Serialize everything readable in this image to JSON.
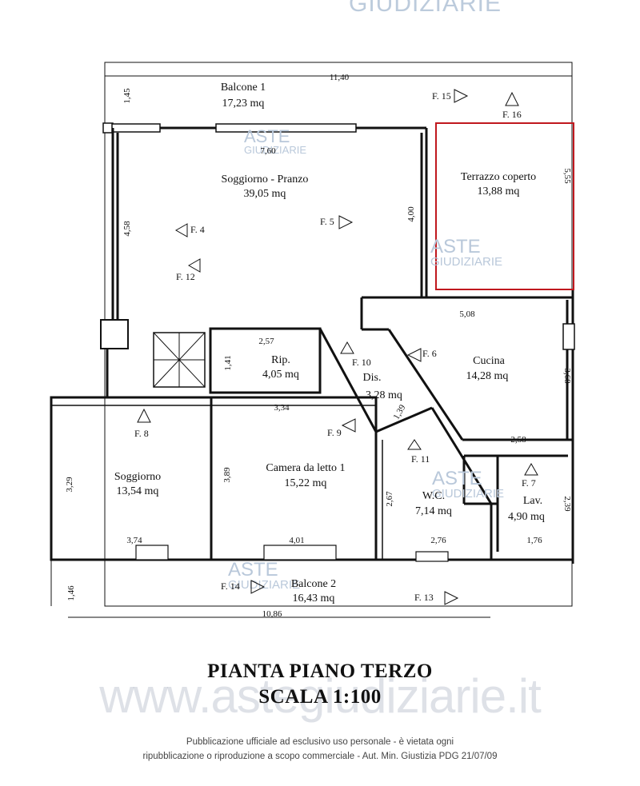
{
  "header_watermark": "GIUDIZIARIE",
  "watermark": {
    "aste": "ASTE",
    "giudiziarie": "GIUDIZIARIE",
    "site": "www.astegiudiziarie.it"
  },
  "rooms": {
    "balcone1": {
      "name": "Balcone 1",
      "area": "17,23 mq"
    },
    "soggiorno_pranzo": {
      "name": "Soggiorno - Pranzo",
      "area": "39,05 mq"
    },
    "terrazzo": {
      "name": "Terrazzo coperto",
      "area": "13,88 mq"
    },
    "rip": {
      "name": "Rip.",
      "area": "4,05 mq"
    },
    "dis": {
      "name": "Dis.",
      "area": "3,28 mq"
    },
    "cucina": {
      "name": "Cucina",
      "area": "14,28 mq"
    },
    "soggiorno": {
      "name": "Soggiorno",
      "area": "13,54 mq"
    },
    "camera": {
      "name": "Camera da letto 1",
      "area": "15,22 mq"
    },
    "wc": {
      "name": "W.C.",
      "area": "7,14 mq"
    },
    "lav": {
      "name": "Lav.",
      "area": "4,90 mq"
    },
    "balcone2": {
      "name": "Balcone 2",
      "area": "16,43 mq"
    }
  },
  "dimensions": {
    "top_width": "11,40",
    "balcone1_depth": "1,45",
    "soggiorno_pranzo_width": "7,60",
    "soggiorno_pranzo_depth": "4,58",
    "inner_wall": "4,00",
    "terrazzo_depth": "5,55",
    "cucina_width": "5,08",
    "cucina_depth": "3,68",
    "rip_width": "2,57",
    "rip_depth": "1,41",
    "camera_width": "3,34",
    "dis_diag": "1,39",
    "lav_width_top": "2,58",
    "soggiorno_depth": "3,29",
    "camera_depth": "3,89",
    "wc_depth": "2,67",
    "lav_depth": "2,39",
    "soggiorno_width": "3,74",
    "camera_width_bottom": "4,01",
    "wc_width": "2,76",
    "lav_width": "1,76",
    "balcone2_depth": "1,46",
    "bottom_width": "10,86"
  },
  "photo_points": {
    "f4": "F. 4",
    "f5": "F. 5",
    "f6": "F. 6",
    "f7": "F. 7",
    "f8": "F. 8",
    "f9": "F. 9",
    "f10": "F. 10",
    "f11": "F. 11",
    "f12": "F. 12",
    "f13": "F. 13",
    "f14": "F. 14",
    "f15": "F. 15",
    "f16": "F. 16"
  },
  "title": {
    "line1": "PIANTA PIANO TERZO",
    "line2": "SCALA 1:100"
  },
  "footer": {
    "line1": "Pubblicazione ufficiale ad esclusivo uso personale - è vietata ogni",
    "line2": "ripubblicazione o riproduzione a scopo commerciale - Aut. Min. Giustizia PDG 21/07/09"
  },
  "colors": {
    "walls": "#111111",
    "terrazzo_outline": "#c0181e",
    "watermark": "#b9c8da"
  }
}
